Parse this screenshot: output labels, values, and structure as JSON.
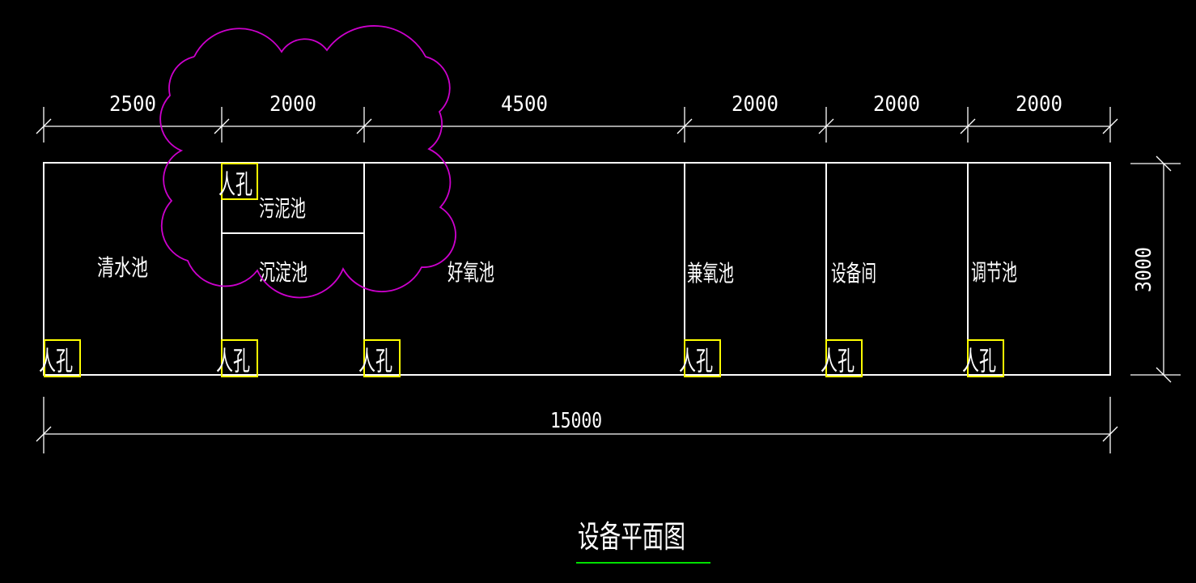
{
  "drawing": {
    "title": "设备平面图",
    "colors": {
      "background": "#000000",
      "line": "#FFFFFF",
      "text": "#FFFFFF",
      "manhole_box": "#FFFF00",
      "revision_cloud": "#CC00CC",
      "title_underline": "#00E000"
    }
  },
  "rooms": [
    {
      "name": "清水池"
    },
    {
      "name": "污泥池"
    },
    {
      "name": "沉淀池"
    },
    {
      "name": "好氧池"
    },
    {
      "name": "兼氧池"
    },
    {
      "name": "设备间"
    },
    {
      "name": "调节池"
    }
  ],
  "manhole": {
    "label": "人孔"
  },
  "dimensions": {
    "top_segments": [
      "2500",
      "2000",
      "4500",
      "2000",
      "2000",
      "2000"
    ],
    "bottom_total": "15000",
    "right_height": "3000"
  }
}
